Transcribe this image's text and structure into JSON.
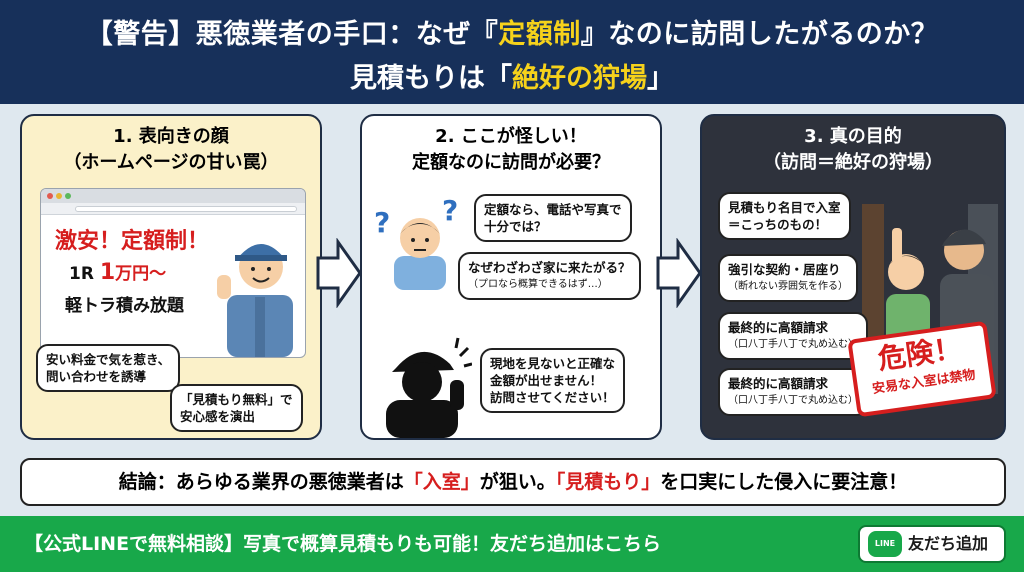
{
  "header": {
    "title_pre": "【警告】悪徳業者の手口：なぜ『",
    "title_hl": "定額制",
    "title_post": "』なのに訪問したがるのか？",
    "subtitle_pre": "見積もりは「",
    "subtitle_hl": "絶好の狩場",
    "subtitle_post": "」"
  },
  "panel1": {
    "title_line1": "1. 表向きの顔",
    "title_line2": "（ホームページの甘い罠）",
    "ad_line1": "激安！定額制！",
    "ad_room": "1R ",
    "ad_price": "1",
    "ad_price_unit": "万円〜",
    "ad_line3": "軽トラ積み放題",
    "bubble_left_1": "安い料金で気を惹き、",
    "bubble_left_2": "問い合わせを誘導",
    "bubble_right_1": "「見積もり無料」で",
    "bubble_right_2": "安心感を演出"
  },
  "panel2": {
    "title_line1": "2. ここが怪しい！",
    "title_line2": "定額なのに訪問が必要？",
    "bubble1_1": "定額なら、電話や写真で",
    "bubble1_2": "十分では？",
    "bubble2_1": "なぜわざわざ家に来たがる？",
    "bubble2_2": "（プロなら概算できるはず…）",
    "bubble3_1": "現地を見ないと正確な",
    "bubble3_2": "金額が出せません！",
    "bubble3_3": "訪問させてください！",
    "question_mark": "?"
  },
  "panel3": {
    "title_line1": "3. 真の目的",
    "title_line2": "（訪問＝絶好の狩場）",
    "b1_1": "見積もり名目で入室",
    "b1_2": "＝こっちのもの！",
    "b2_1": "強引な契約・居座り",
    "b2_2": "（断れない雰囲気を作る）",
    "b3_1": "最終的に高額請求",
    "b3_2": "（口八丁手八丁で丸め込む）",
    "b4_1": "最終的に高額請求",
    "b4_2": "（口八丁手八丁で丸め込む）",
    "stamp_1": "危険！",
    "stamp_2": "安易な入室は禁物"
  },
  "conclusion": {
    "pre": "結論：あらゆる業界の悪徳業者は",
    "hl1": "「入室」",
    "mid": "が狙い。",
    "hl2": "「見積もり」",
    "post": "を口実にした侵入に要注意！"
  },
  "cta": {
    "text": "【公式LINEで無料相談】写真で概算見積もりも可能！友だち追加はこちら",
    "button_label": "友だち追加",
    "icon_text": "LINE"
  },
  "colors": {
    "header_bg": "#17305a",
    "highlight": "#f6d21b",
    "danger": "#d61e1e",
    "cta_bg": "#18a84a"
  }
}
